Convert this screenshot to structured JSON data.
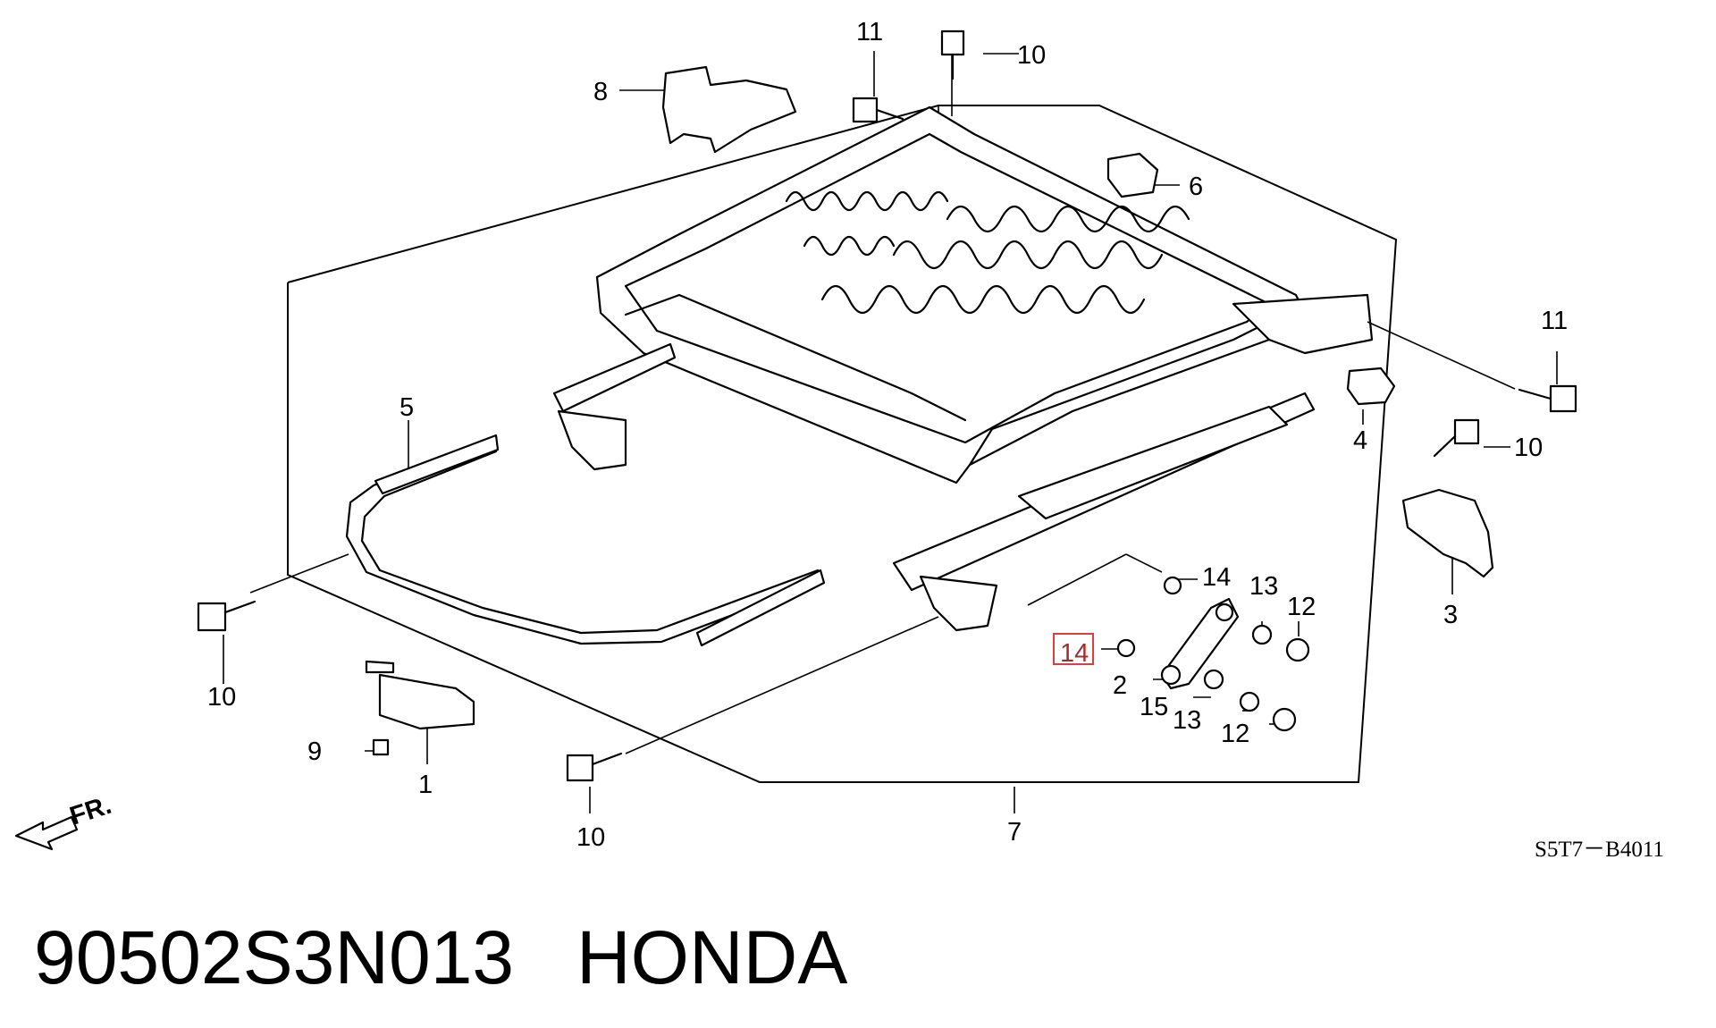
{
  "callouts": {
    "c1": "1",
    "c2": "2",
    "c3": "3",
    "c4": "4",
    "c5": "5",
    "c6": "6",
    "c7": "7",
    "c8": "8",
    "c9": "9",
    "c10": "10",
    "c11": "11",
    "c12": "12",
    "c13": "13",
    "c14": "14",
    "c15": "15"
  },
  "highlighted_callout": "14",
  "front_arrow": "FR.",
  "diagram_code": "S5T7－B4011",
  "footer": {
    "part_number": "90502S3N013",
    "brand": "HONDA"
  },
  "colors": {
    "highlight": "#e23b3b",
    "line": "#000000",
    "background": "#ffffff"
  }
}
